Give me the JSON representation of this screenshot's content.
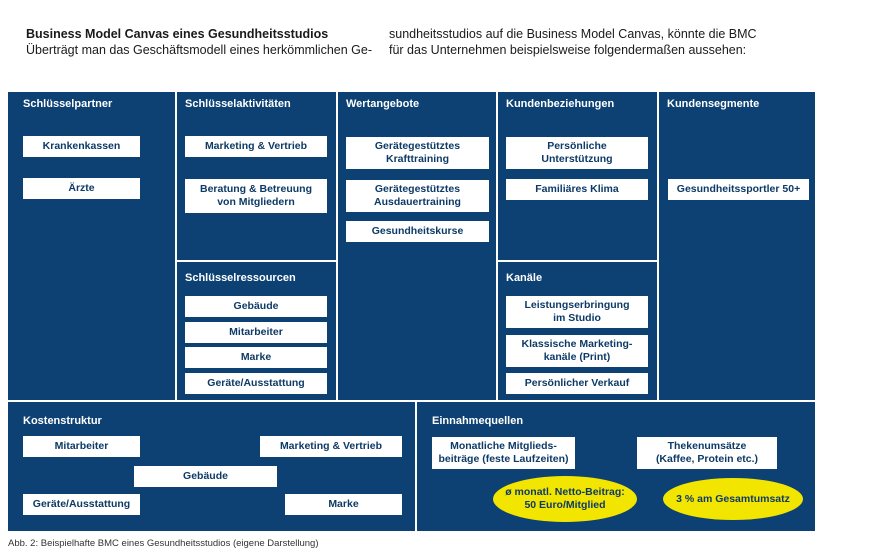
{
  "title": "Business Model Canvas eines Gesundheitsstudios",
  "intro_line1": "Überträgt man das Geschäftsmodell eines herkömmlichen Ge-",
  "intro_line2": "sundheitsstudios auf die Business Model Canvas, könnte die BMC",
  "intro_line3": "für das Unternehmen beispielsweise folgendermaßen aussehen:",
  "canvas": {
    "schluesselpartner": {
      "head": "Schlüsselpartner",
      "items": [
        "Krankenkassen",
        "Ärzte"
      ]
    },
    "schluesselaktivitaeten": {
      "head": "Schlüsselaktivitäten",
      "items": [
        "Marketing & Vertrieb",
        "Beratung & Betreuung\nvon Mitgliedern"
      ]
    },
    "schluesselressourcen": {
      "head": "Schlüsselressourcen",
      "items": [
        "Gebäude",
        "Mitarbeiter",
        "Marke",
        "Geräte/Ausstattung"
      ]
    },
    "wertangebote": {
      "head": "Wertangebote",
      "items": [
        "Gerätegestütztes\nKrafttraining",
        "Gerätegestütztes\nAusdauertraining",
        "Gesundheitskurse"
      ]
    },
    "kundenbeziehungen": {
      "head": "Kundenbeziehungen",
      "items": [
        "Persönliche\nUnterstützung",
        "Familiäres Klima"
      ]
    },
    "kanaele": {
      "head": "Kanäle",
      "items": [
        "Leistungserbringung\nim Studio",
        "Klassische Marketing-\nkanäle (Print)",
        "Persönlicher Verkauf"
      ]
    },
    "kundensegmente": {
      "head": "Kundensegmente",
      "items": [
        "Gesundheitssportler 50+"
      ]
    },
    "kostenstruktur": {
      "head": "Kostenstruktur",
      "items": [
        "Mitarbeiter",
        "Marketing & Vertrieb",
        "Gebäude",
        "Geräte/Ausstattung",
        "Marke"
      ]
    },
    "einnahmequellen": {
      "head": "Einnahmequellen",
      "items": [
        "Monatliche Mitglieds-\nbeiträge (feste Laufzeiten)",
        "Thekenumsätze\n(Kaffee, Protein etc.)"
      ],
      "highlights": [
        "ø monatl. Netto-Beitrag:\n50 Euro/Mitglied",
        "3 % am Gesamtumsatz"
      ]
    }
  },
  "colors": {
    "canvas_bg": "#0d4073",
    "box_text": "#0d3a66",
    "highlight": "#f2e500"
  },
  "caption": "Abb. 2: Beispielhafte BMC eines Gesundheitsstudios (eigene Darstellung)"
}
